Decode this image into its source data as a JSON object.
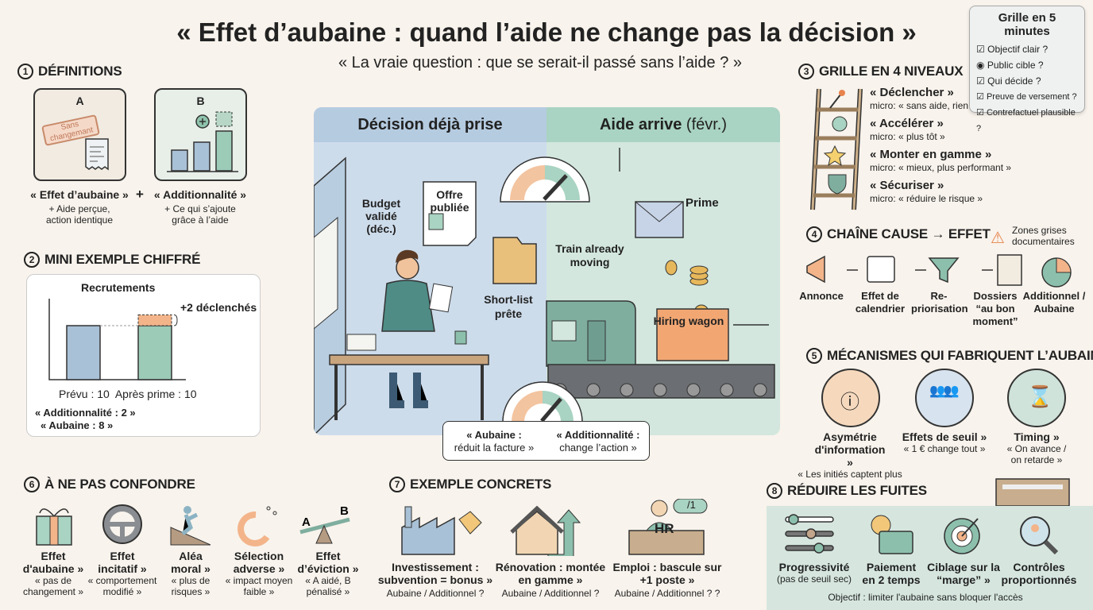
{
  "title": "« Effet d’aubaine : quand l’aide ne change pas la décision »",
  "subtitle": "« La vraie question : que se serait-il passé sans l’aide ? »",
  "checklist": {
    "title": "Grille en 5 minutes",
    "items": [
      "Objectif clair ?",
      "Public cible ?",
      "Qui décide ?",
      "Preuve de versement ?",
      "Contrefactuel plausible ?"
    ]
  },
  "s1": {
    "num": "1",
    "title": "DÉFINITIONS",
    "a": {
      "letter": "A",
      "stamp": "Sans changemant",
      "label": "« Effet d’aubaine »",
      "sub1": "+ Aide perçue,",
      "sub2": "action identique"
    },
    "plus": "+",
    "b": {
      "letter": "B",
      "label": "« Additionnalité »",
      "sub1": "+ Ce qui s’ajoute",
      "sub2": "grâce à l’aide"
    }
  },
  "s2": {
    "num": "2",
    "title": "MINI EXEMPLE CHIFFRÉ",
    "chart_title": "Recrutements",
    "annotation": "+2 déclenchés",
    "xlabels": "Prévu : 10  Après prime : 10",
    "line1": "« Additionnalité : 2 »",
    "line2": "« Aubaine : 8 »",
    "chart_data": {
      "type": "bar",
      "categories": [
        "Prévu",
        "Après prime"
      ],
      "values": [
        10,
        10
      ],
      "extra": [
        0,
        2
      ],
      "title": "Recrutements"
    }
  },
  "scene": {
    "left_header": "Décision déjà prise",
    "right_header": "Aide arrive",
    "right_header_note": "(févr.)",
    "budget": "Budget validé (déc.)",
    "offre": "Offre publiée",
    "shortlist": "Short-list prête",
    "train": "Train already moving",
    "prime": "Prime",
    "wagon": "Hiring wagon",
    "gauge_left": "« Aubaine :",
    "gauge_left2": "réduit la facture »",
    "gauge_right": "« Additionnalité :",
    "gauge_right2": "change l’action »"
  },
  "s3": {
    "num": "3",
    "title": "GRILLE EN 4 NIVEAUX",
    "levels": [
      {
        "name": "« Déclencher »",
        "micro": "micro: « sans aide, rien"
      },
      {
        "name": "« Accélérer »",
        "micro": "micro: « plus tôt »"
      },
      {
        "name": "« Monter en gamme »",
        "micro": "micro: « mieux, plus performant »"
      },
      {
        "name": "« Sécuriser »",
        "micro": "micro: « réduire le risque »"
      }
    ]
  },
  "s4": {
    "num": "4",
    "title": "CHAÎNE CAUSE → EFFET",
    "warning": "Zones grises documentaires",
    "steps": [
      "Annonce",
      "Effet de calendrier",
      "Re-priorisation",
      "Dossiers “au bon moment”",
      "Additionnel / Aubaine"
    ]
  },
  "s5": {
    "num": "5",
    "title": "MÉCANISMES QUI FABRIQUENT L’AUBAINE",
    "items": [
      {
        "name": "Asymétrie d'information »",
        "sub": "« Les initiés captent plus"
      },
      {
        "name": "Effets de seuil »",
        "sub": "« 1 € change tout »"
      },
      {
        "name": "Timing »",
        "sub": "« On avance / on retarde »"
      }
    ]
  },
  "s6": {
    "num": "6",
    "title": "À NE PAS CONFONDRE",
    "items": [
      {
        "name": "Effet d'aubaine »",
        "sub": "« pas de changement »"
      },
      {
        "name": "Effet incitatif »",
        "sub": "« comportement modifié »"
      },
      {
        "name": "Aléa moral »",
        "sub": "« plus de risques »"
      },
      {
        "name": "Sélection adverse »",
        "sub": "« impact moyen faible »"
      },
      {
        "name": "Effet d’éviction »",
        "sub": "« A aidé, B pénalisé »"
      }
    ]
  },
  "s7": {
    "num": "7",
    "title": "EXEMPLE CONCRETS",
    "hr": "HR",
    "badge": "/1",
    "items": [
      {
        "name": "Investissement : subvention = bonus »",
        "sub": "Aubaine / Additionnel ?"
      },
      {
        "name": "Rénovation : montée en gamme »",
        "sub": "Aubaine / Additionnel ?"
      },
      {
        "name": "Emploi : bascule sur +1 poste »",
        "sub": "Aubaine / Additionnel ? ?"
      }
    ]
  },
  "s8": {
    "num": "8",
    "title": "RÉDUIRE LES FUITES",
    "items": [
      {
        "name": "Progressivité",
        "sub": "(pas de seuil sec)"
      },
      {
        "name": "Paiement en 2 temps",
        "sub": ""
      },
      {
        "name": "Ciblage sur la “marge” »",
        "sub": ""
      },
      {
        "name": "Contrôles proportionnés",
        "sub": ""
      }
    ],
    "footer": "Objectif : limiter l'aubaine sans bloquer l'accès"
  },
  "colors": {
    "background": "#f8f3ec",
    "blue": "#a9c1d6",
    "green": "#9ccbb8",
    "orange": "#f3b48a",
    "panel_blue": "#cddceb",
    "panel_green": "#d3e7de"
  }
}
